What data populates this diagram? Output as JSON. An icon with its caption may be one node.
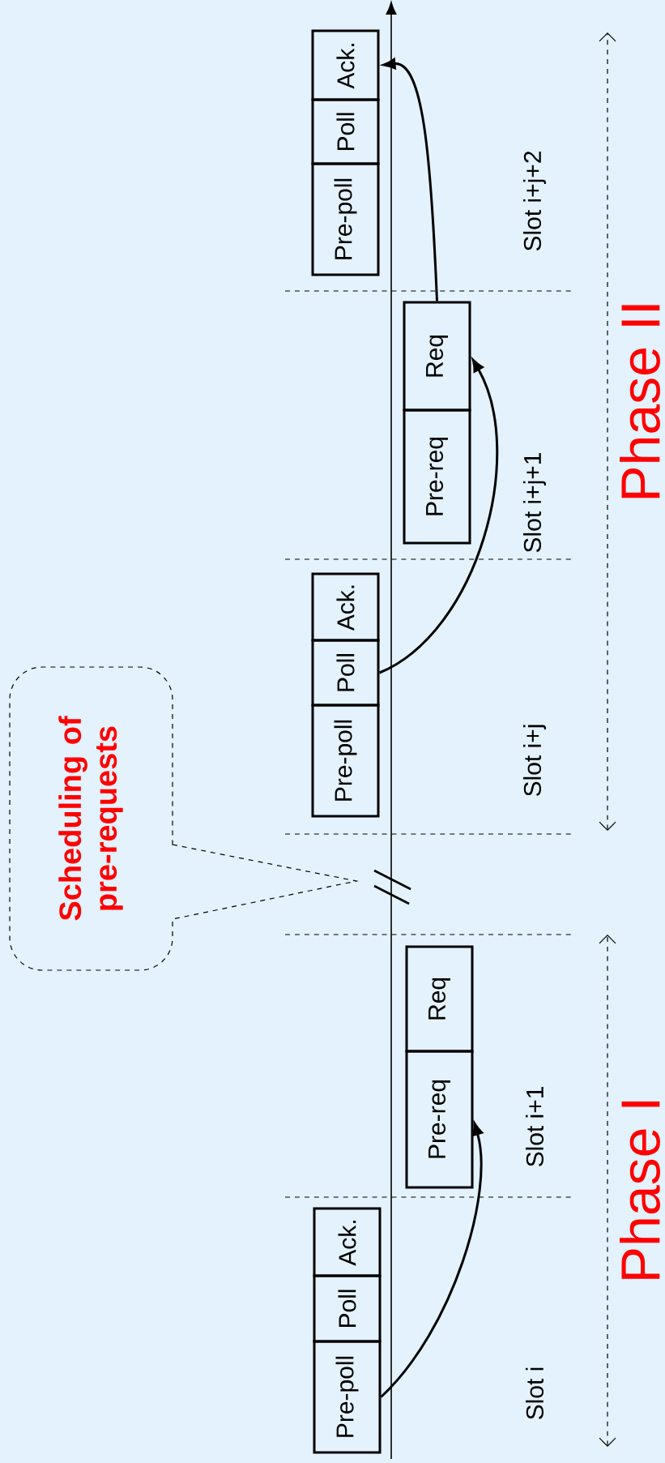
{
  "diagram": {
    "nodes": [
      {
        "text": [
          "Pre-poll"
        ]
      },
      {
        "text": [
          "Poll"
        ]
      },
      {
        "text": [
          "Ack."
        ]
      },
      {
        "text": [
          "Pre-req"
        ]
      },
      {
        "text": [
          "Req"
        ]
      },
      {
        "text": [
          "Scheduling of pre-requests"
        ]
      },
      {
        "text": [
          "Pre-poll"
        ]
      },
      {
        "text": [
          "Poll"
        ]
      },
      {
        "text": [
          "Ack."
        ]
      },
      {
        "text": [
          "Pre-req"
        ]
      },
      {
        "text": [
          "Req"
        ]
      },
      {
        "text": [
          "Pre-poll"
        ]
      },
      {
        "text": [
          "Poll"
        ]
      },
      {
        "text": [
          "Ack."
        ]
      }
    ],
    "edges": [
      {
        "from": 0,
        "to": 3,
        "arrow": "to"
      },
      {
        "from": 7,
        "to": 10,
        "arrow": "to"
      },
      {
        "from": 10,
        "to": 13,
        "arrow": "to"
      }
    ],
    "labels": [
      "Slot i",
      "Slot i+1",
      "Slot i+j",
      "Slot i+j+1",
      "Slot i+j+2",
      "Phase I",
      "Phase II"
    ]
  }
}
